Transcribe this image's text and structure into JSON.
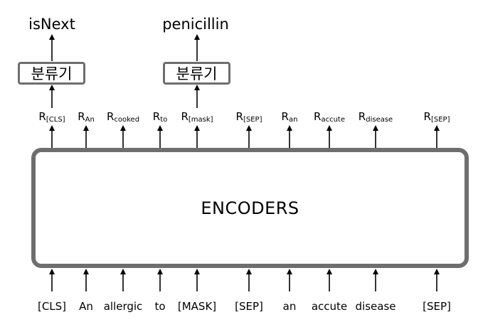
{
  "outputs": {
    "is_next": "isNext",
    "penicillin": "penicillin"
  },
  "classifiers": {
    "left": "분류기",
    "right": "분류기"
  },
  "encoder": {
    "label": "ENCODERS"
  },
  "representations": [
    {
      "base": "R",
      "sub": "[CLS]"
    },
    {
      "base": "R",
      "sub": "An"
    },
    {
      "base": "R",
      "sub": "cooked"
    },
    {
      "base": "R",
      "sub": "to"
    },
    {
      "base": "R",
      "sub": "[mask]"
    },
    {
      "base": "R",
      "sub": "[SEP]"
    },
    {
      "base": "R",
      "sub": "an"
    },
    {
      "base": "R",
      "sub": "accute"
    },
    {
      "base": "R",
      "sub": "disease"
    },
    {
      "base": "R",
      "sub": "[SEP]"
    }
  ],
  "inputs": [
    "[CLS]",
    "An",
    "allergic",
    "to",
    "[MASK]",
    "[SEP]",
    "an",
    "accute",
    "disease",
    "[SEP]"
  ]
}
